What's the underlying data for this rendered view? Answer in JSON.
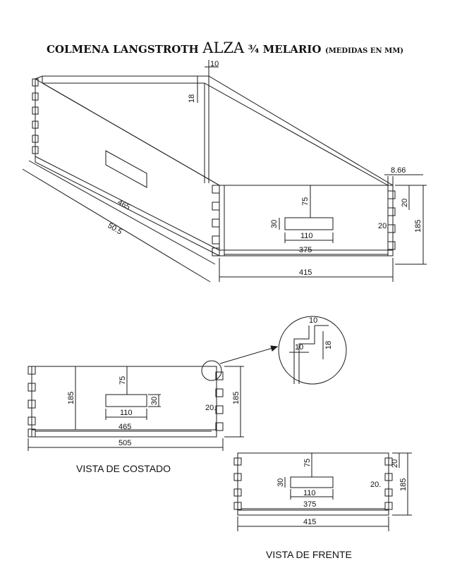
{
  "title": {
    "part1": "COLMENA LANGSTROTH",
    "part2": "ALZA",
    "part3": "¾ MELARIO",
    "part4": "(MEDIDAS EN MM)"
  },
  "iso": {
    "d10": "10",
    "d18": "18",
    "d866": "8.66",
    "d75": "75",
    "d20": "20",
    "d185": "185",
    "d30": "30",
    "d110": "110",
    "d20b": "20.",
    "d375": "375",
    "d415": "415",
    "d465": "465",
    "d505": "50.5"
  },
  "detail": {
    "d10a": "10",
    "d10b": "10",
    "d18": "18"
  },
  "side": {
    "d185": "185",
    "d75": "75",
    "d30": "30",
    "d110": "110",
    "d20": "20.",
    "d185r": "185",
    "d465": "465",
    "d505": "505",
    "caption": "VISTA DE COSTADO"
  },
  "front": {
    "d75": "75",
    "d20": "20",
    "d30": "30",
    "d110": "110",
    "d20b": "20.",
    "d185": "185",
    "d375": "375",
    "d415": "415",
    "caption": "VISTA DE FRENTE"
  }
}
